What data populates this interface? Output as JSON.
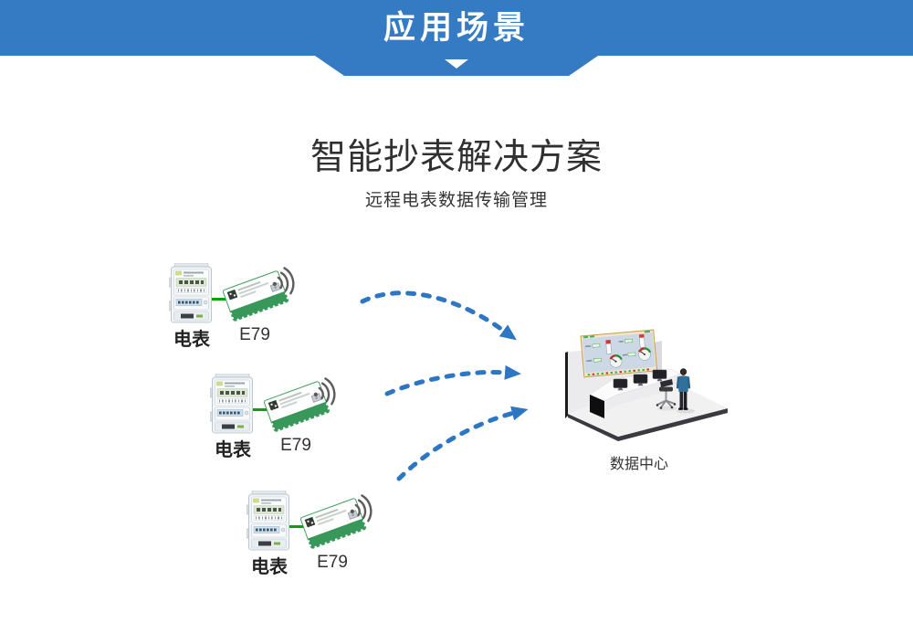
{
  "banner": {
    "title": "应用场景",
    "chevron_icon": "chevron-down-icon"
  },
  "section": {
    "title": "智能抄表解决方案",
    "subtitle": "远程电表数据传输管理"
  },
  "diagram": {
    "groups": [
      {
        "meter_label": "电表",
        "module_label": "E79",
        "wireless_icon": "wifi-signal-icon"
      },
      {
        "meter_label": "电表",
        "module_label": "E79",
        "wireless_icon": "wifi-signal-icon"
      },
      {
        "meter_label": "电表",
        "module_label": "E79",
        "wireless_icon": "wifi-signal-icon"
      }
    ],
    "arrows_count": 3,
    "datacenter_label": "数据中心"
  },
  "colors": {
    "banner-blue": "#347bc4",
    "arrow-blue": "#2d76c4",
    "pcb-green": "#37985a",
    "wire-green": "#0aa00a",
    "title-color": "#303030"
  }
}
